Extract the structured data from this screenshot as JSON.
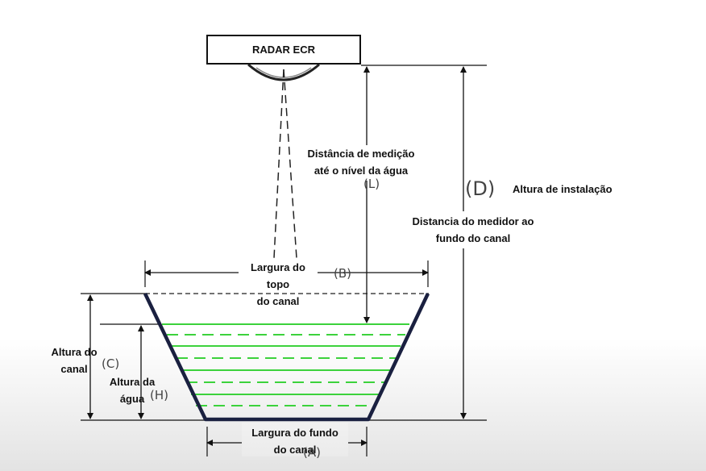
{
  "radar": {
    "label": "RADAR ECR"
  },
  "labels": {
    "measure_distance": "Distância de medição\naté o nível da água",
    "install_height": "Altura de instalação",
    "meter_to_bottom": "Distancia do medidor ao\nfundo do canal",
    "top_width": "Largura do topo\ndo canal",
    "channel_height": "Altura do\ncanal",
    "water_height": "Altura da\nágua",
    "bottom_width": "Largura do fundo\ndo canal"
  },
  "symbols": {
    "L": "(L)",
    "D": "(D)",
    "B": "(B)",
    "C": "(C)",
    "H": "(H)",
    "A": "(A)"
  },
  "colors": {
    "water_line": "#3cd23c",
    "channel_wall": "#1a2040",
    "line": "#111111"
  }
}
